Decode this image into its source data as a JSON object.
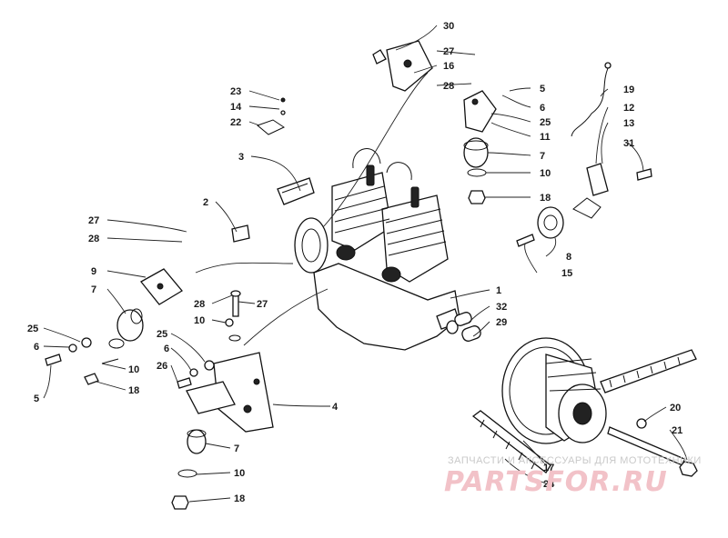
{
  "diagram": {
    "callouts": [
      "30",
      "16",
      "27",
      "28",
      "5",
      "6",
      "25",
      "11",
      "7",
      "10",
      "18",
      "19",
      "12",
      "13",
      "31",
      "23",
      "14",
      "22",
      "3",
      "2",
      "27",
      "28",
      "9",
      "7",
      "25",
      "6",
      "5",
      "10",
      "18",
      "8",
      "15",
      "1",
      "32",
      "29",
      "28",
      "27",
      "10",
      "25",
      "6",
      "26",
      "4",
      "7",
      "10",
      "18",
      "20",
      "21",
      "17",
      "24"
    ]
  },
  "watermark": {
    "top_text": "ЗАПЧАСТИ И АКСЕССУАРЫ ДЛЯ МОТОТЕХНИКИ",
    "logo_text": "PARTSFOR.RU"
  }
}
